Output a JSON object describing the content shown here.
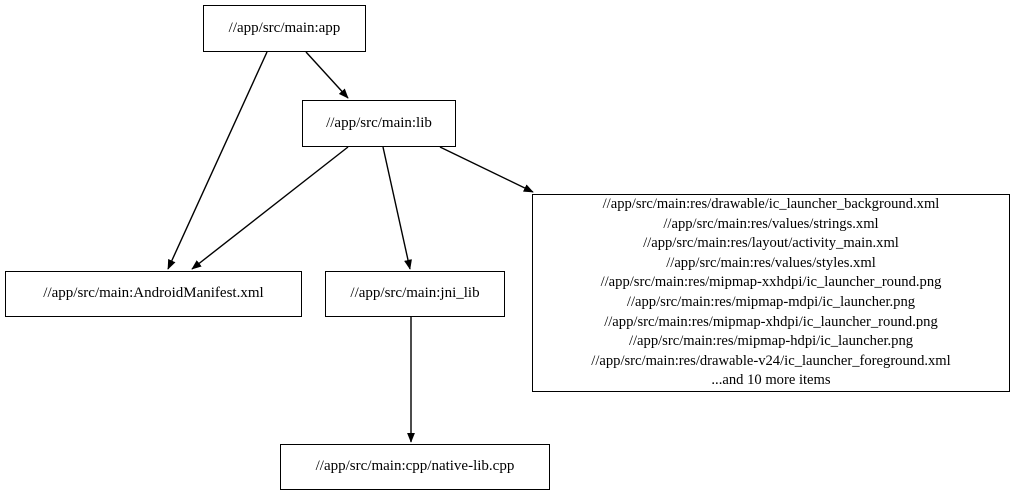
{
  "graph": {
    "type": "directed-dependency-graph",
    "background_color": "#ffffff",
    "node_border_color": "#000000",
    "node_fill_color": "#ffffff",
    "edge_color": "#000000",
    "nodes": [
      {
        "id": "app",
        "label": "//app/src/main:app"
      },
      {
        "id": "lib",
        "label": "//app/src/main:lib"
      },
      {
        "id": "manifest",
        "label": "//app/src/main:AndroidManifest.xml"
      },
      {
        "id": "jni_lib",
        "label": "//app/src/main:jni_lib"
      },
      {
        "id": "cpp",
        "label": "//app/src/main:cpp/native-lib.cpp"
      },
      {
        "id": "res_bundle",
        "label": "//app/src/main:res/drawable/ic_launcher_background.xml\n//app/src/main:res/values/strings.xml\n//app/src/main:res/layout/activity_main.xml\n//app/src/main:res/values/styles.xml\n//app/src/main:res/mipmap-xxhdpi/ic_launcher_round.png\n//app/src/main:res/mipmap-mdpi/ic_launcher.png\n//app/src/main:res/mipmap-xhdpi/ic_launcher_round.png\n//app/src/main:res/mipmap-hdpi/ic_launcher.png\n//app/src/main:res/drawable-v24/ic_launcher_foreground.xml\n...and 10 more items",
        "lines": [
          "//app/src/main:res/drawable/ic_launcher_background.xml",
          "//app/src/main:res/values/strings.xml",
          "//app/src/main:res/layout/activity_main.xml",
          "//app/src/main:res/values/styles.xml",
          "//app/src/main:res/mipmap-xxhdpi/ic_launcher_round.png",
          "//app/src/main:res/mipmap-mdpi/ic_launcher.png",
          "//app/src/main:res/mipmap-xhdpi/ic_launcher_round.png",
          "//app/src/main:res/mipmap-hdpi/ic_launcher.png",
          "//app/src/main:res/drawable-v24/ic_launcher_foreground.xml",
          "...and 10 more items"
        ],
        "overflow_note": "...and 10 more items",
        "overflow_count": 10
      }
    ],
    "edges": [
      {
        "from": "app",
        "to": "manifest"
      },
      {
        "from": "app",
        "to": "lib"
      },
      {
        "from": "lib",
        "to": "manifest"
      },
      {
        "from": "lib",
        "to": "jni_lib"
      },
      {
        "from": "lib",
        "to": "res_bundle"
      },
      {
        "from": "jni_lib",
        "to": "cpp"
      }
    ]
  }
}
